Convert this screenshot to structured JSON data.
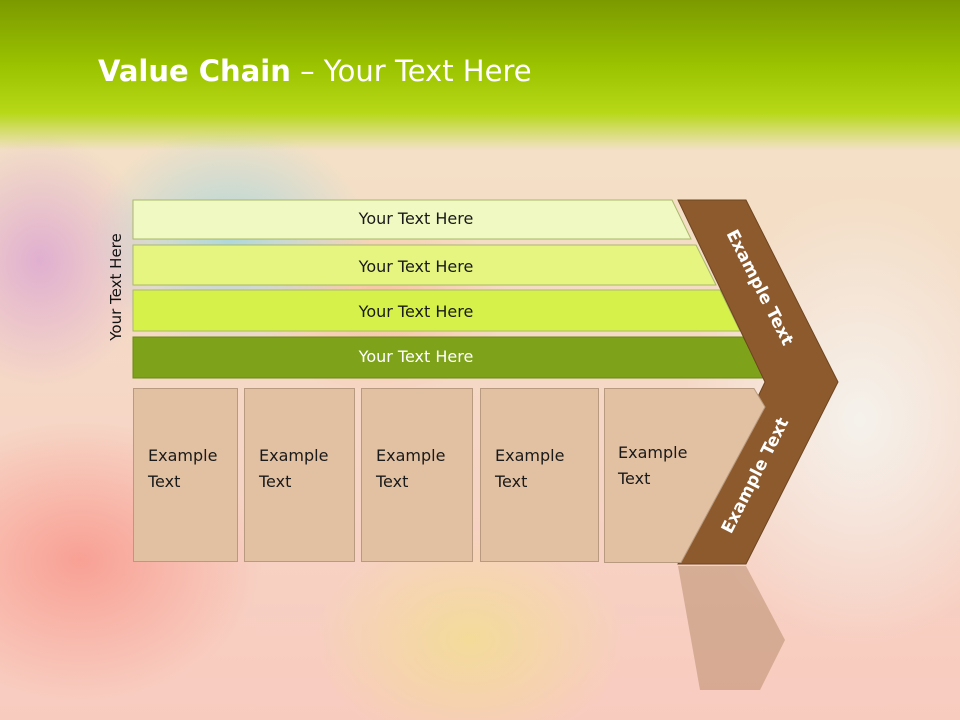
{
  "slide": {
    "title_bold": "Value Chain",
    "title_rest": " – Your Text Here",
    "side_label": "Your Text Here"
  },
  "bands": [
    {
      "label": "Your Text Here",
      "color": "#f0f9c2"
    },
    {
      "label": "Your Text Here",
      "color": "#e6f580"
    },
    {
      "label": "Your Text Here",
      "color": "#d6f24a"
    },
    {
      "label": "Your Text Here",
      "color": "#7ea31a"
    }
  ],
  "chevron": {
    "color": "#8c5a2c",
    "top_label": "Example Text",
    "bottom_label": "Example Text"
  },
  "columns": [
    {
      "line1": "Example",
      "line2": "Text"
    },
    {
      "line1": "Example",
      "line2": "Text"
    },
    {
      "line1": "Example",
      "line2": "Text"
    },
    {
      "line1": "Example",
      "line2": "Text"
    },
    {
      "line1": "Example",
      "line2": "Text"
    }
  ],
  "column_color": "#e2c0a2"
}
